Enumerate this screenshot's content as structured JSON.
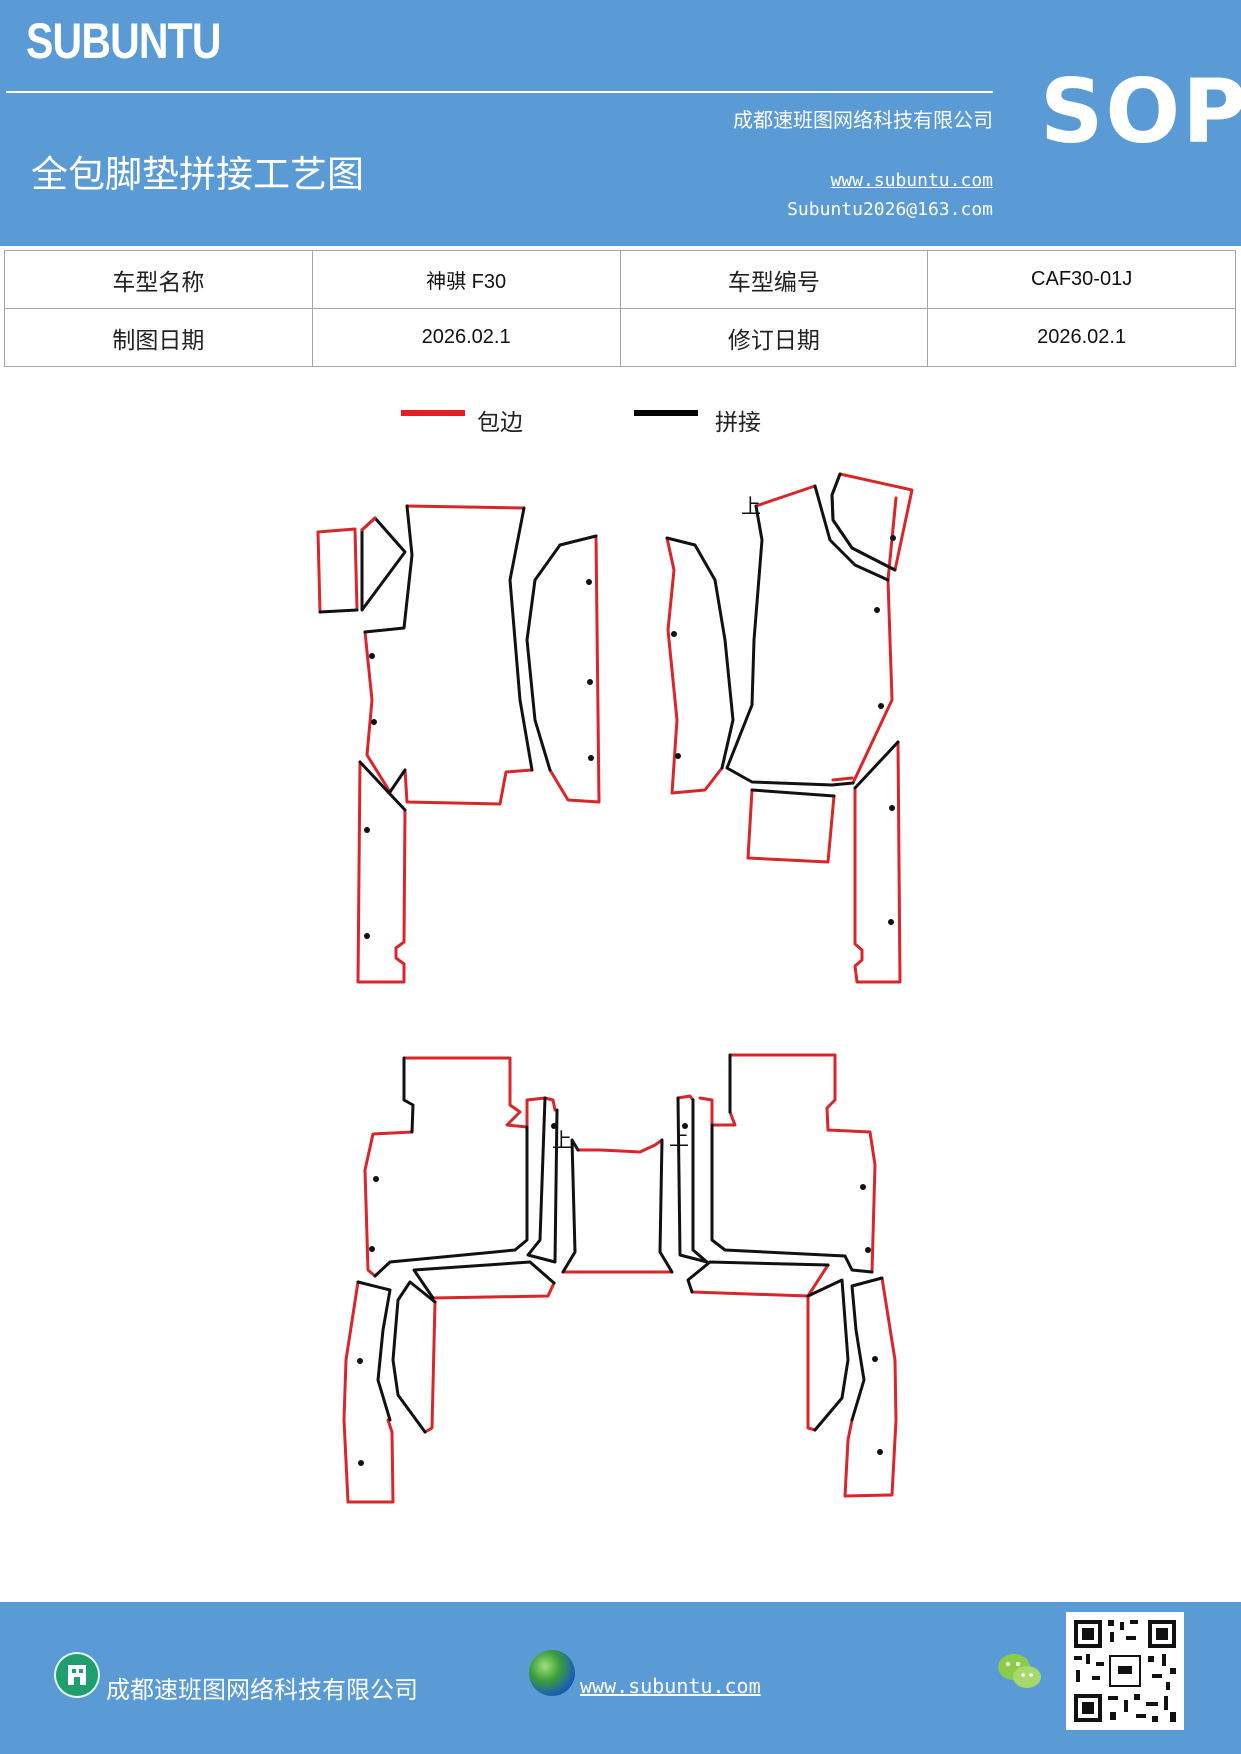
{
  "header": {
    "brand": "SUBUNTU",
    "company": "成都速班图网络科技有限公司",
    "title": "全包脚垫拼接工艺图",
    "website": "www.subuntu.com",
    "email": "Subuntu2026@163.com",
    "badge": "SOP"
  },
  "info_table": {
    "rows": [
      {
        "label1": "车型名称",
        "value1": "神骐 F30",
        "label2": "车型编号",
        "value2": "CAF30-01J"
      },
      {
        "label1": "制图日期",
        "value1": "2026.02.1",
        "label2": "修订日期",
        "value2": "2026.02.1"
      }
    ]
  },
  "legend": {
    "items": [
      {
        "label": "包边",
        "color": "#e02020"
      },
      {
        "label": "拼接",
        "color": "#000000"
      }
    ]
  },
  "diagram": {
    "colors": {
      "edge": "#d9262a",
      "seam": "#111111"
    },
    "mark_top": "上"
  },
  "footer": {
    "company": "成都速班图网络科技有限公司",
    "website": "www.subuntu.com ",
    "icons": [
      "building-icon",
      "globe-icon",
      "wechat-icon",
      "qr-code"
    ]
  }
}
